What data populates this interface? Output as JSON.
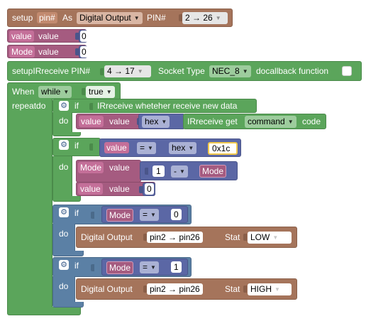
{
  "setup_block": {
    "label_setup": "setup",
    "var_name": "pin#",
    "label_as": "As",
    "mode_option": "Digital Output",
    "label_pin": "PIN#",
    "pin_value": "2 → 26"
  },
  "value_var": {
    "name": "value",
    "label": "value",
    "number": "0"
  },
  "mode_var": {
    "name": "Mode",
    "label": "value",
    "number": "0"
  },
  "ir_setup": {
    "label": "setupIRreceive PIN#",
    "pin_value": "4 → 17",
    "socket_label": "Socket Type",
    "socket_value": "NEC_8",
    "callback_label": "docallback function"
  },
  "when_block": {
    "label_when": "When",
    "loop_type": "while",
    "condition": "true",
    "label_repeatdo": "repeatdo"
  },
  "if1": {
    "label_if": "if",
    "condition": "IRreceive  wheteher receive new data",
    "label_do": "do",
    "set_var": "value",
    "set_label": "value",
    "format": "hex",
    "get_label": "IRreceive  get",
    "get_option": "command",
    "get_suffix": "code"
  },
  "if2": {
    "label_if": "if",
    "left_var": "value",
    "op": "=",
    "format": "hex",
    "right_value": "0x1c",
    "label_do": "do",
    "set_var": "Mode",
    "set_label": "value",
    "number": "1",
    "minus_op": "-",
    "mode_ref": "Mode",
    "set_var2": "value",
    "set_label2": "value",
    "number2": "0"
  },
  "if3": {
    "label_if": "if",
    "left_var": "Mode",
    "op": "=",
    "right_value": "0",
    "label_do": "do",
    "action_label": "Digital Output",
    "pin_range": "pin2 → pin26",
    "stat_label": "Stat",
    "stat_value": "LOW"
  },
  "if4": {
    "label_if": "if",
    "left_var": "Mode",
    "op": "=",
    "right_value": "1",
    "label_do": "do",
    "action_label": "Digital Output",
    "pin_range": "pin2 → pin26",
    "stat_label": "Stat",
    "stat_value": "HIGH"
  }
}
